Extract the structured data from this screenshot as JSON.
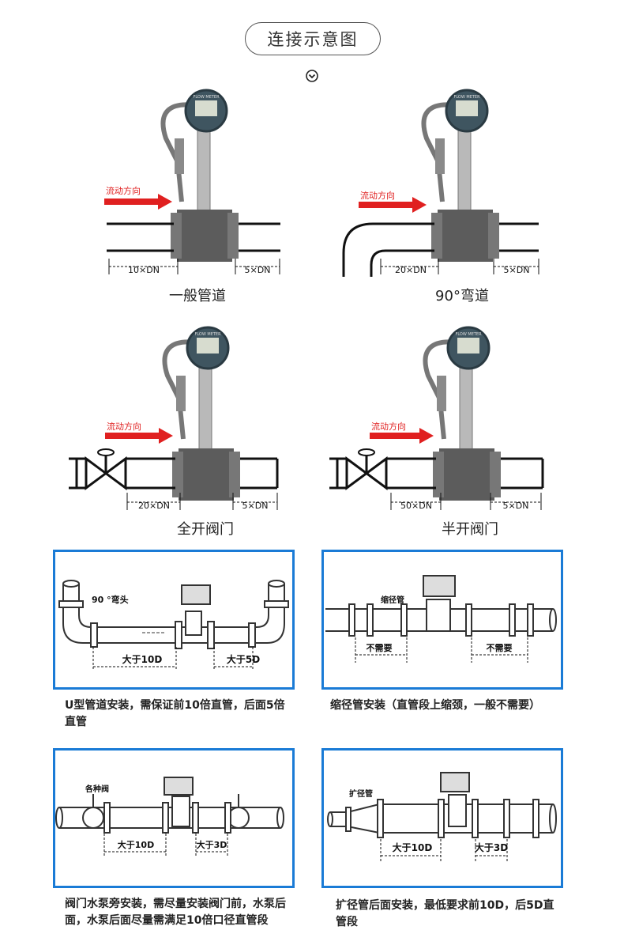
{
  "header": {
    "title": "连接示意图"
  },
  "meter_label": "FLOW METER",
  "flow_label": "流动方向",
  "figures": [
    {
      "caption": "一般管道",
      "upstream": "10×DN",
      "downstream": "5×DN"
    },
    {
      "caption": "90°弯道",
      "upstream": "20×DN",
      "downstream": "5×DN"
    },
    {
      "caption": "全开阀门",
      "upstream": "20×DN",
      "downstream": "5×DN"
    },
    {
      "caption": "半开阀门",
      "upstream": "50×DN",
      "downstream": "5×DN"
    }
  ],
  "panels": [
    {
      "tag": "90 °弯头",
      "left_label": "大于10D",
      "right_label": "大于5D",
      "note": "U型管道安装，需保证前10倍直管，后面5倍直管"
    },
    {
      "tag": "缩径管",
      "left_label": "不需要",
      "right_label": "不需要",
      "note": "缩径管安装（直管段上缩颈，一般不需要）"
    },
    {
      "tag": "各种阀",
      "left_label": "大于10D",
      "right_label": "大于3D",
      "note": "阀门水泵旁安装，需尽量安装阀门前，水泵后面，水泵后面尽量需满足10倍口径直管段"
    },
    {
      "tag": "扩径管",
      "left_label": "大于10D",
      "right_label": "大于3D",
      "note": "扩径管后面安装，最低要求前10D，后5D直管段"
    }
  ],
  "colors": {
    "accent": "#1a7bd6",
    "flow_arrow": "#e02020"
  }
}
